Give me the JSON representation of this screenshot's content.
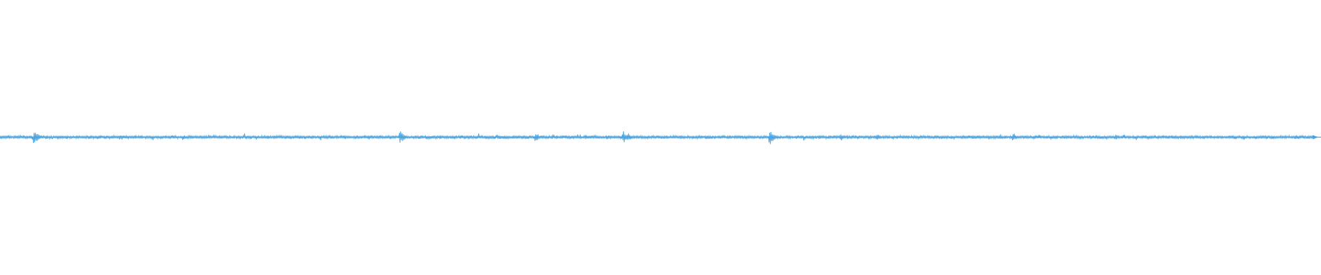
{
  "waveform": {
    "color": "#4aa3df",
    "background": "#ffffff",
    "loaded": true,
    "transients": [
      {
        "at": 0.026,
        "strength": 1.0
      },
      {
        "at": 0.0275,
        "strength": 0.45
      },
      {
        "at": 0.303,
        "strength": 0.85
      },
      {
        "at": 0.406,
        "strength": 0.55
      },
      {
        "at": 0.444,
        "strength": 0.35
      },
      {
        "at": 0.472,
        "strength": 0.75
      },
      {
        "at": 0.475,
        "strength": 0.6
      },
      {
        "at": 0.583,
        "strength": 0.95
      },
      {
        "at": 0.637,
        "strength": 0.4
      },
      {
        "at": 0.664,
        "strength": 0.45
      },
      {
        "at": 0.767,
        "strength": 0.6
      },
      {
        "at": 0.845,
        "strength": 0.3
      },
      {
        "at": 0.981,
        "strength": 0.3
      }
    ]
  }
}
